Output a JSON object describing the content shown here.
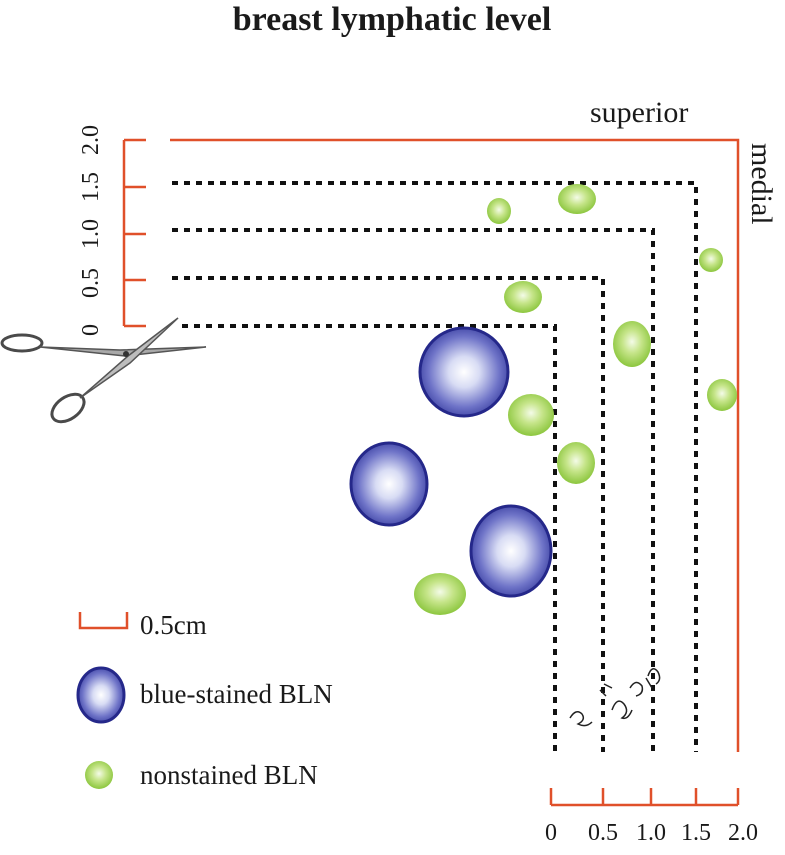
{
  "title": "breast lymphatic level",
  "labels": {
    "superior": "superior",
    "medial": "medial"
  },
  "left_scale_ticks": [
    "2.0",
    "1.5",
    "1.0",
    "0.5",
    "0"
  ],
  "bottom_scale_ticks": [
    "0",
    "0.5",
    "1.0",
    "1.5",
    "2.0"
  ],
  "legend": {
    "scale": "0.5cm",
    "blue": "blue-stained BLN",
    "green": "nonstained BLN"
  },
  "colors": {
    "axis": "#e0502a",
    "dotted": "#111111",
    "blue_node": "#2a2f8f",
    "green_node": "#8cc63e",
    "title": "#1a1a1a"
  },
  "nodes": {
    "blue": [
      {
        "cx": 2.45,
        "cy": 0.75,
        "r": 0.42
      },
      {
        "cx": 3.8,
        "cy": 1.45,
        "r": 0.42
      },
      {
        "cx": 1.55,
        "cy": 2.45,
        "r": 0.42
      }
    ],
    "green": [
      {
        "cx": 2.6,
        "cy": 1.45,
        "r": 0.27
      },
      {
        "cx": 4.05,
        "cy": 1.95,
        "r": 0.27
      },
      {
        "cx": 1.6,
        "cy": 4.0,
        "r": 0.27
      },
      {
        "cx": 1.25,
        "cy": 4.5,
        "r": 0.27
      },
      {
        "cx": 2.7,
        "cy": 3.6,
        "r": 0.27
      },
      {
        "cx": 3.0,
        "cy": 3.15,
        "r": 0.27
      },
      {
        "cx": 4.65,
        "cy": 2.55,
        "r": 0.27
      }
    ]
  },
  "icons": {
    "scissors": "scissors-icon"
  }
}
